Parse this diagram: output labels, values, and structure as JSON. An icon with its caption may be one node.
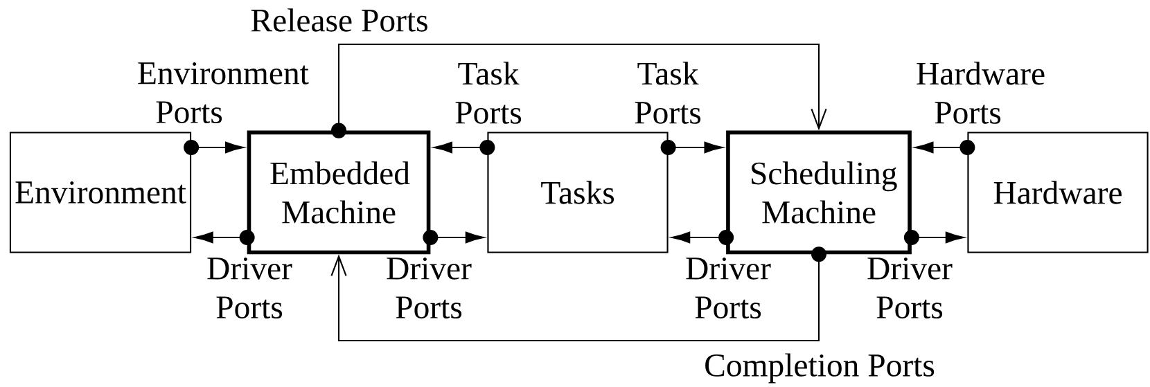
{
  "diagram": {
    "nodes": [
      {
        "text": [
          "Environment"
        ]
      },
      {
        "text": [
          "Embedded Machine"
        ]
      },
      {
        "text": [
          "Tasks"
        ]
      },
      {
        "text": [
          "Scheduling Machine"
        ]
      },
      {
        "text": [
          "Hardware"
        ]
      }
    ],
    "edges": [
      {
        "from": 0,
        "to": 1,
        "arrow": "to"
      },
      {
        "from": 1,
        "to": 0,
        "arrow": "to"
      },
      {
        "from": 2,
        "to": 1,
        "arrow": "to"
      },
      {
        "from": 1,
        "to": 2,
        "arrow": "to"
      },
      {
        "from": 2,
        "to": 3,
        "arrow": "to"
      },
      {
        "from": 3,
        "to": 2,
        "arrow": "to"
      },
      {
        "from": 4,
        "to": 3,
        "arrow": "to"
      },
      {
        "from": 3,
        "to": 4,
        "arrow": "to"
      },
      {
        "from": 1,
        "to": 3,
        "arrow": "to",
        "label": "Release Ports"
      },
      {
        "from": 3,
        "to": 1,
        "arrow": "to",
        "label": "Completion Ports"
      }
    ],
    "labels": [
      "Environment Ports",
      "Task Ports",
      "Task Ports",
      "Hardware Ports",
      "Driver Ports",
      "Driver Ports",
      "Driver Ports",
      "Driver Ports"
    ]
  }
}
